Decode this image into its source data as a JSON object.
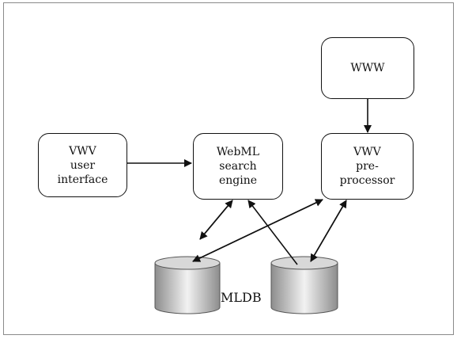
{
  "diagram": {
    "nodes": {
      "www": {
        "lines": [
          "WWW"
        ]
      },
      "ui": {
        "lines": [
          "VWV",
          "user",
          "interface"
        ]
      },
      "search": {
        "lines": [
          "WebML",
          "search",
          "engine"
        ]
      },
      "preproc": {
        "lines": [
          "VWV",
          "pre-",
          "processor"
        ]
      }
    },
    "database_label": "MLDB"
  }
}
